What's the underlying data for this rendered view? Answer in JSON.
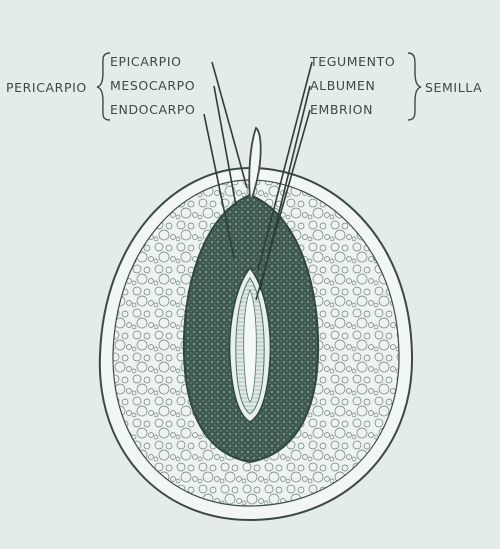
{
  "diagram": {
    "pericarp": {
      "group_label": "PERICARPIO",
      "layers": [
        "EPICARPIO",
        "MESOCARPO",
        "ENDOCARPO"
      ]
    },
    "seed": {
      "group_label": "SEMILLA",
      "parts": [
        "TEGUMENTO",
        "ALBUMEN",
        "EMBRION"
      ]
    }
  },
  "colors": {
    "paper": "#e4ecea",
    "ink": "#3b4a47",
    "pulp_cells": "#c9d9d4",
    "stone": "#3f5a50",
    "stone_dark": "#2f4740"
  }
}
